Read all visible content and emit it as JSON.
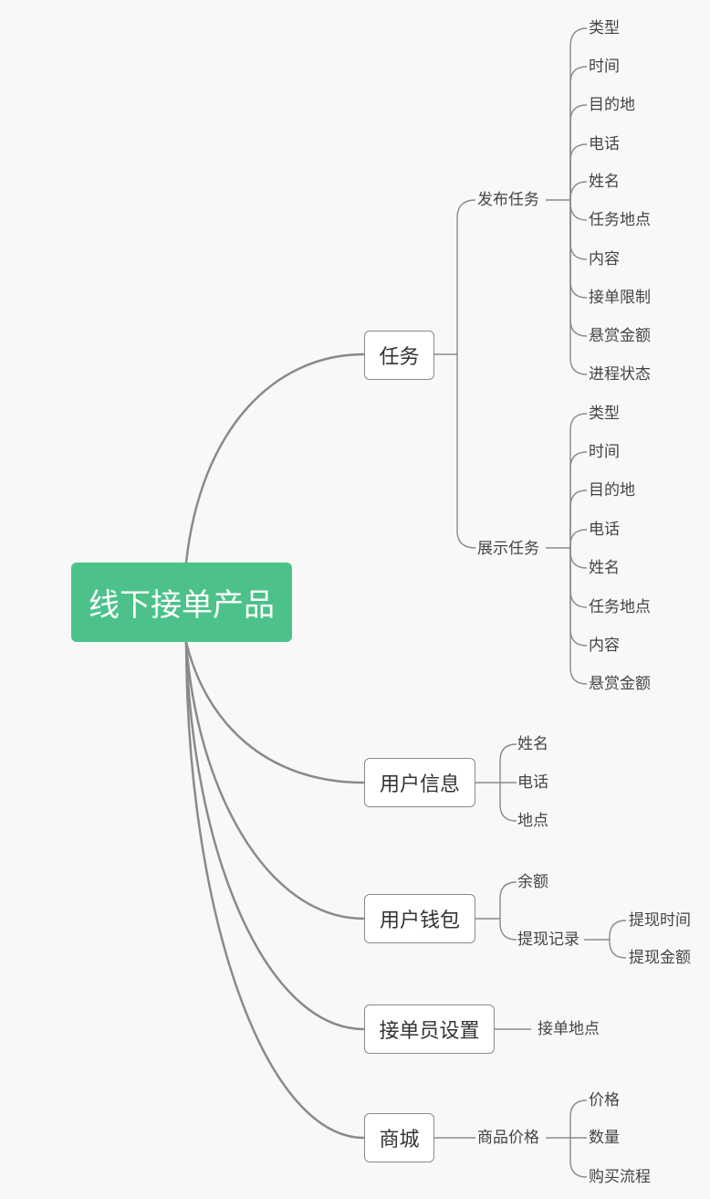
{
  "root": {
    "label": "线下接单产品"
  },
  "task": {
    "label": "任务",
    "publish": {
      "label": "发布任务",
      "items": [
        "类型",
        "时间",
        "目的地",
        "电话",
        "姓名",
        "任务地点",
        "内容",
        "接单限制",
        "悬赏金额",
        "进程状态"
      ]
    },
    "display": {
      "label": "展示任务",
      "items": [
        "类型",
        "时间",
        "目的地",
        "电话",
        "姓名",
        "任务地点",
        "内容",
        "悬赏金额"
      ]
    }
  },
  "user_info": {
    "label": "用户信息",
    "items": [
      "姓名",
      "电话",
      "地点"
    ]
  },
  "wallet": {
    "label": "用户钱包",
    "balance": "余额",
    "withdraw": {
      "label": "提现记录",
      "items": [
        "提现时间",
        "提现金额"
      ]
    }
  },
  "taker_settings": {
    "label": "接单员设置",
    "items": [
      "接单地点"
    ]
  },
  "mall": {
    "label": "商城",
    "price": {
      "label": "商品价格",
      "items": [
        "价格",
        "数量",
        "购买流程"
      ]
    }
  }
}
